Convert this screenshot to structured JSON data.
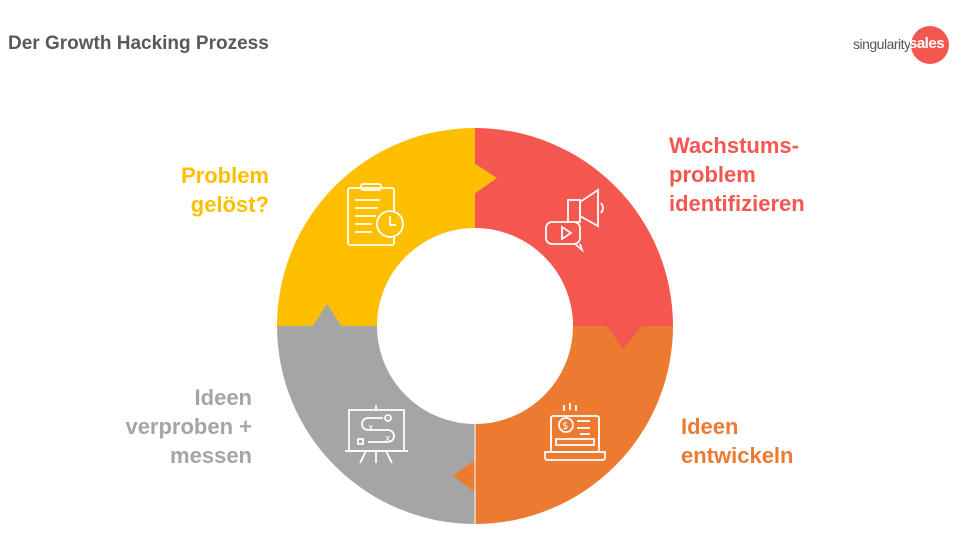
{
  "title": "Der Growth Hacking Prozess",
  "logo": {
    "part1": "singularity",
    "part2": "sales"
  },
  "colors": {
    "red": "#f4574f",
    "orange": "#ec7b31",
    "gray": "#a5a5a5",
    "yellow": "#fdbf00"
  },
  "steps": [
    {
      "lines": [
        "Wachstums-",
        "problem",
        "identifizieren"
      ],
      "icon": "megaphone-video-icon"
    },
    {
      "lines": [
        "Ideen",
        "entwickeln"
      ],
      "icon": "laptop-dollar-icon"
    },
    {
      "lines": [
        "Ideen",
        "verproben +",
        "messen"
      ],
      "icon": "strategy-board-icon"
    },
    {
      "lines": [
        "Problem",
        "gelöst?"
      ],
      "icon": "clipboard-clock-icon"
    }
  ]
}
